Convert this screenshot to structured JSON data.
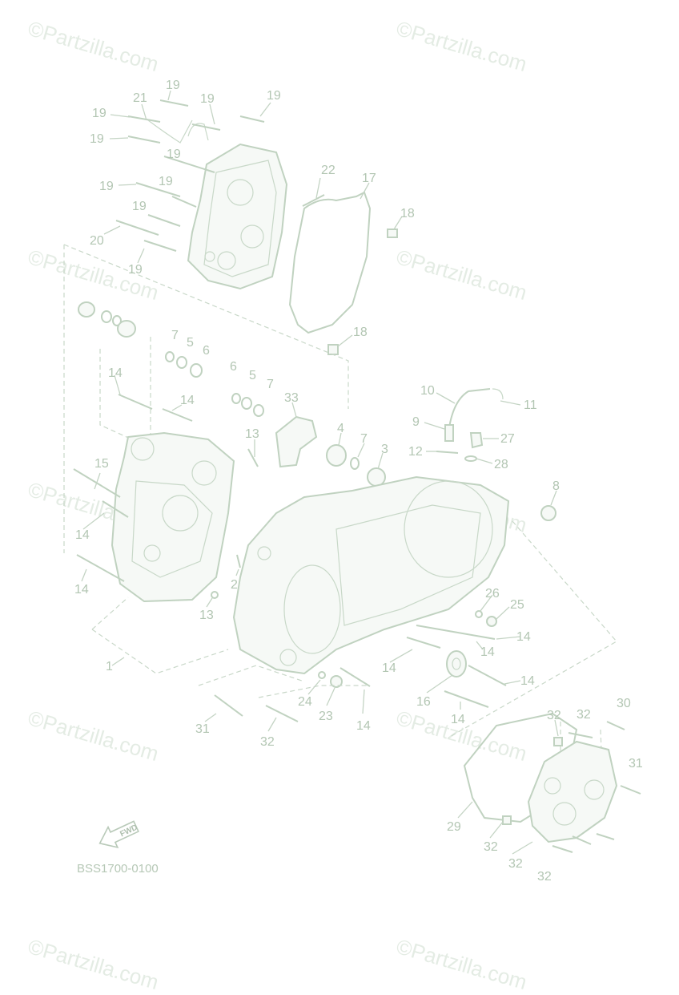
{
  "watermark": "©Partzilla.com",
  "diagram_code": "BSS1700-0100",
  "fwd_label": "FWD",
  "callouts": [
    "19",
    "21",
    "19",
    "19",
    "19",
    "19",
    "19",
    "22",
    "17",
    "19",
    "19",
    "18",
    "19",
    "20",
    "19",
    "7",
    "5",
    "6",
    "18",
    "14",
    "6",
    "5",
    "7",
    "10",
    "11",
    "14",
    "33",
    "9",
    "27",
    "13",
    "4",
    "7",
    "3",
    "12",
    "28",
    "15",
    "8",
    "14",
    "2",
    "26",
    "14",
    "25",
    "13",
    "14",
    "14",
    "1",
    "14",
    "16",
    "24",
    "23",
    "14",
    "14",
    "14",
    "31",
    "32",
    "32",
    "32",
    "30",
    "31",
    "29",
    "32",
    "32",
    "32"
  ]
}
